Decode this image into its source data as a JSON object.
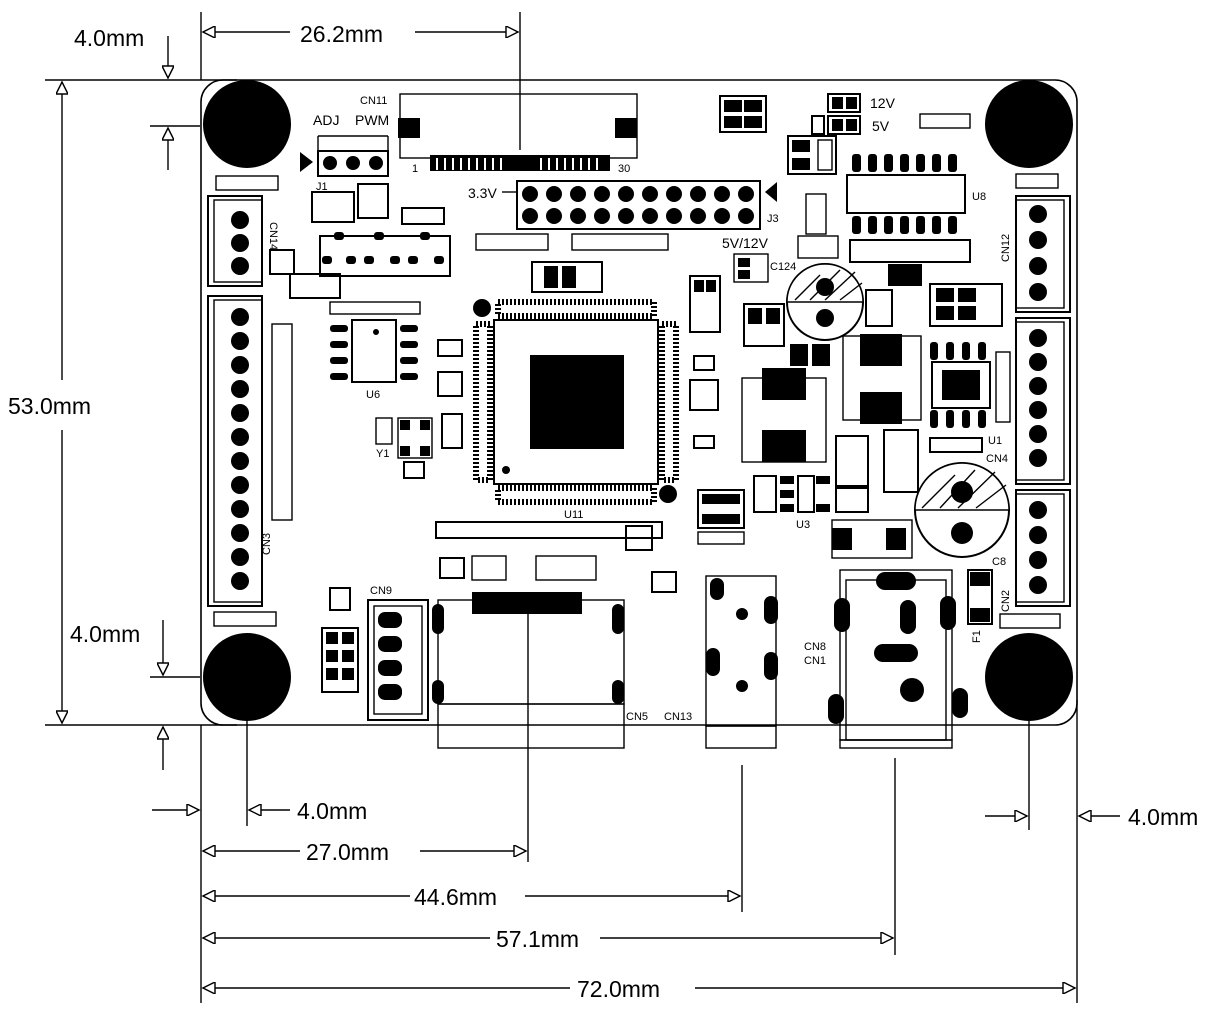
{
  "dimensions": {
    "top_left_margin": "4.0mm",
    "cn11_offset": "26.2mm",
    "board_height": "53.0mm",
    "bottom_left_margin": "4.0mm",
    "hole_offset_left": "4.0mm",
    "cn5_offset": "27.0mm",
    "cn13_offset": "44.6mm",
    "cn8_offset": "57.1mm",
    "board_width": "72.0mm",
    "hole_offset_right": "4.0mm"
  },
  "labels": {
    "cn11": "CN11",
    "adj": "ADJ",
    "pwm": "PWM",
    "j1": "J1",
    "pin1": "1",
    "pin30": "30",
    "v33": "3.3V",
    "j3": "J3",
    "v12": "12V",
    "v5": "5V",
    "v5_12": "5V/12V",
    "c124": "C124",
    "u8": "U8",
    "cn14": "CN14",
    "cn12": "CN12",
    "u6": "U6",
    "y1": "Y1",
    "u11": "U11",
    "u1": "U1",
    "cn4": "CN4",
    "u3": "U3",
    "c8": "C8",
    "cn3": "CN3",
    "cn9": "CN9",
    "cn5": "CN5",
    "cn13": "CN13",
    "cn8": "CN8",
    "cn1": "CN1",
    "cn2": "CN2",
    "f1": "F1"
  }
}
